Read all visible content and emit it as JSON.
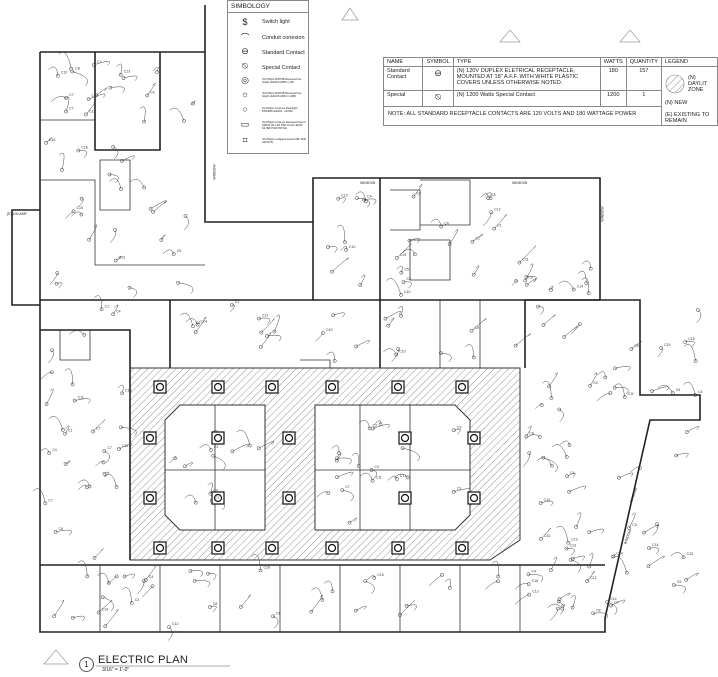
{
  "simbology": {
    "title": "SIMBOLOGY",
    "items": [
      {
        "icon": "dollar-switch-icon",
        "label": "Switch light"
      },
      {
        "icon": "arc-icon",
        "label": "Conduit conexion"
      },
      {
        "icon": "standard-contact-icon",
        "label": "Standard Contact"
      },
      {
        "icon": "special-contact-icon",
        "label": "Special Contact"
      },
      {
        "icon": "recessed-light-icon",
        "label": "(N) Philips DN570B Recessed low height LED20S 1850 lm (M)"
      },
      {
        "icon": "recessed-light-wide-icon",
        "label": "(N) Philips DN570B Recessed low height LED24S 2600 lm (WR)"
      },
      {
        "icon": "downlight-icon",
        "label": "(N) Philips CoreLine Downlight DN130B LED20S - 2100lm"
      },
      {
        "icon": "recessed-spot-icon",
        "label": "(N) Philips CoreLine Recessed Spot II SM100 4/1 LEX PSD L0 Wt LED12 S2 (Bd) PSR PW WH"
      },
      {
        "icon": "accent-light-icon",
        "label": "(N) Philips LuxSpace Accent MB, W/B (LEX27S)"
      }
    ]
  },
  "schedule": {
    "headers": [
      "NAME",
      "SYMBOL",
      "TYPE",
      "WATTS",
      "QUANTITY",
      "LEGEND"
    ],
    "rows": [
      {
        "name": "Standard Contact",
        "type": "(N) 120V DUPLEX ELETRICAL RECEPTACLE, MOUNTED AT 18\" A.F.F. WITH WHITE PLASTIC COVERS UNLESS OTHERWISE NOTED.",
        "watts": "180",
        "quantity": "157"
      },
      {
        "name": "Special",
        "type": "(N) 1200 Watts Special Contact",
        "watts": "1200",
        "quantity": "1"
      }
    ],
    "note": "NOTE: ALL STANDARD RECEPTACLE CONTACTS ARE 120 VOLTS AND 180 WATTAGE POWER",
    "legend": {
      "daylit": "(N) DAYLIT ZONE",
      "new": "(N) NEW",
      "existing": "(E) EXISTING TO REMAIN"
    }
  },
  "plan": {
    "panel_label": "(E) 100 AMP",
    "window_labels": [
      "WINDOW",
      "WINDOW",
      "WINDOW",
      "WINDOW",
      "WINDOW",
      "WINDOW"
    ],
    "circuit_labels": [
      "C1",
      "C2",
      "C3",
      "C4",
      "C5",
      "C6",
      "C7",
      "C8",
      "C9",
      "C10",
      "C11",
      "C12",
      "C13",
      "C14",
      "C15",
      "C16"
    ]
  },
  "title_block": {
    "number": "1",
    "title": "ELECTRIC PLAN",
    "scale": "3/16\" = 1'-0\""
  }
}
